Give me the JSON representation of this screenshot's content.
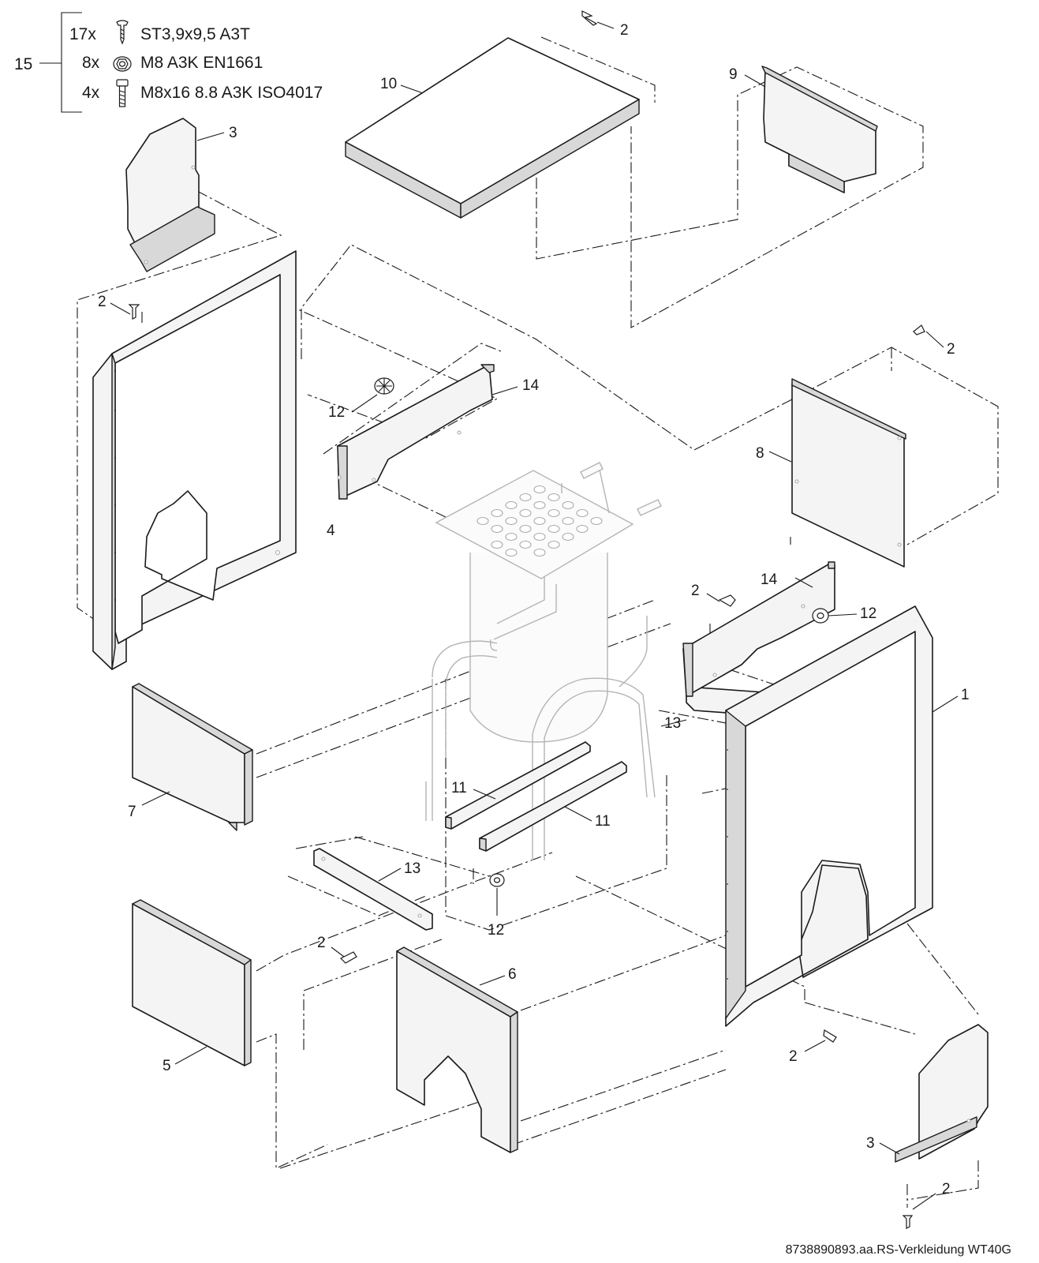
{
  "legend": {
    "group_number": "15",
    "items": [
      {
        "qty": "17x",
        "icon": "screw-icon",
        "spec": "ST3,9x9,5 A3T"
      },
      {
        "qty": "8x",
        "icon": "nut-icon",
        "spec": "M8 A3K EN1661"
      },
      {
        "qty": "4x",
        "icon": "bolt-icon",
        "spec": "M8x16 8.8 A3K ISO4017"
      }
    ]
  },
  "callouts": {
    "top_screw": "2",
    "top_cover": "10",
    "rear_top_panel": "9",
    "left_bracket_top": "3",
    "left_screw": "2",
    "left_side_panel": "4",
    "right_screw_top": "2",
    "rear_panel": "8",
    "grommet_left": "12",
    "rail_left": "14",
    "rail_right": "14",
    "grommet_right": "12",
    "screw_mid": "2",
    "right_side_panel": "1",
    "strip_right": "13",
    "left_front_upper": "7",
    "slide_rail_a": "11",
    "slide_rail_b": "11",
    "strip_left": "13",
    "grommet_bottom": "12",
    "screw_bottom_left": "2",
    "front_lower_panel": "6",
    "left_front_lower": "5",
    "screw_bottom_right": "2",
    "right_bracket_bottom": "3",
    "screw_bottom": "2"
  },
  "caption": "8738890893.aa.RS-Verkleidung WT40G"
}
